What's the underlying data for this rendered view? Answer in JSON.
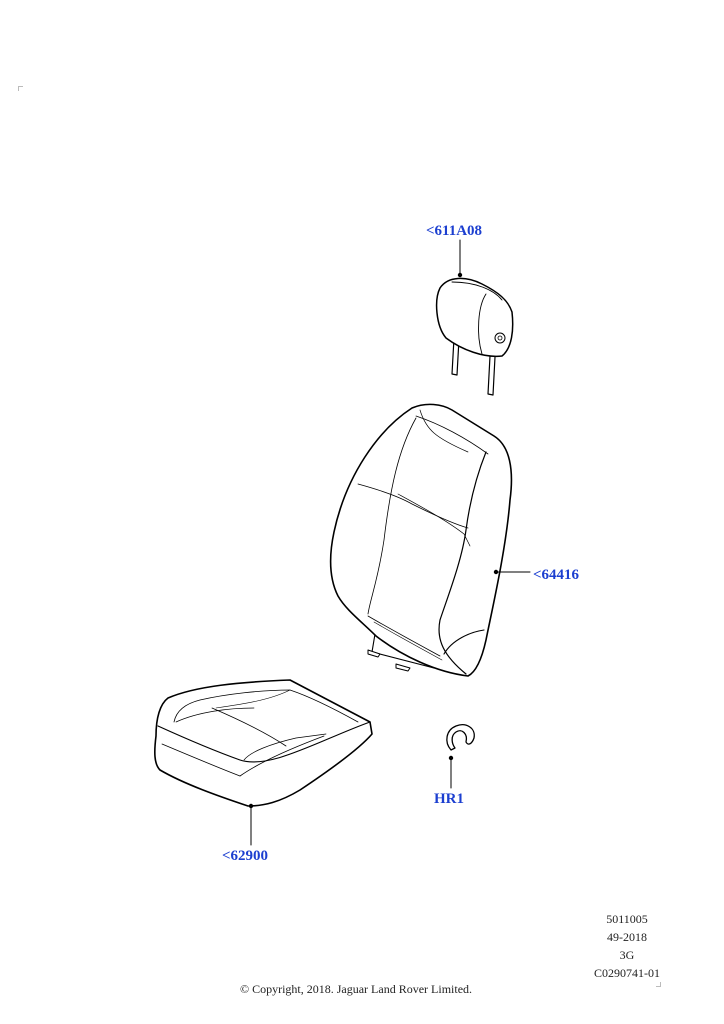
{
  "parts": [
    {
      "id": "headrest",
      "label": "<611A08"
    },
    {
      "id": "backrest",
      "label": "<64416"
    },
    {
      "id": "cushion",
      "label": "<62900"
    },
    {
      "id": "hog-ring",
      "label": "HR1"
    }
  ],
  "reference": {
    "line1": "5011005",
    "line2": "49-2018",
    "line3": "3G",
    "line4": "C0290741-01"
  },
  "copyright": "© Copyright, 2018. Jaguar Land Rover Limited.",
  "colors": {
    "label": "#1c3fd0",
    "line": "#000000"
  }
}
